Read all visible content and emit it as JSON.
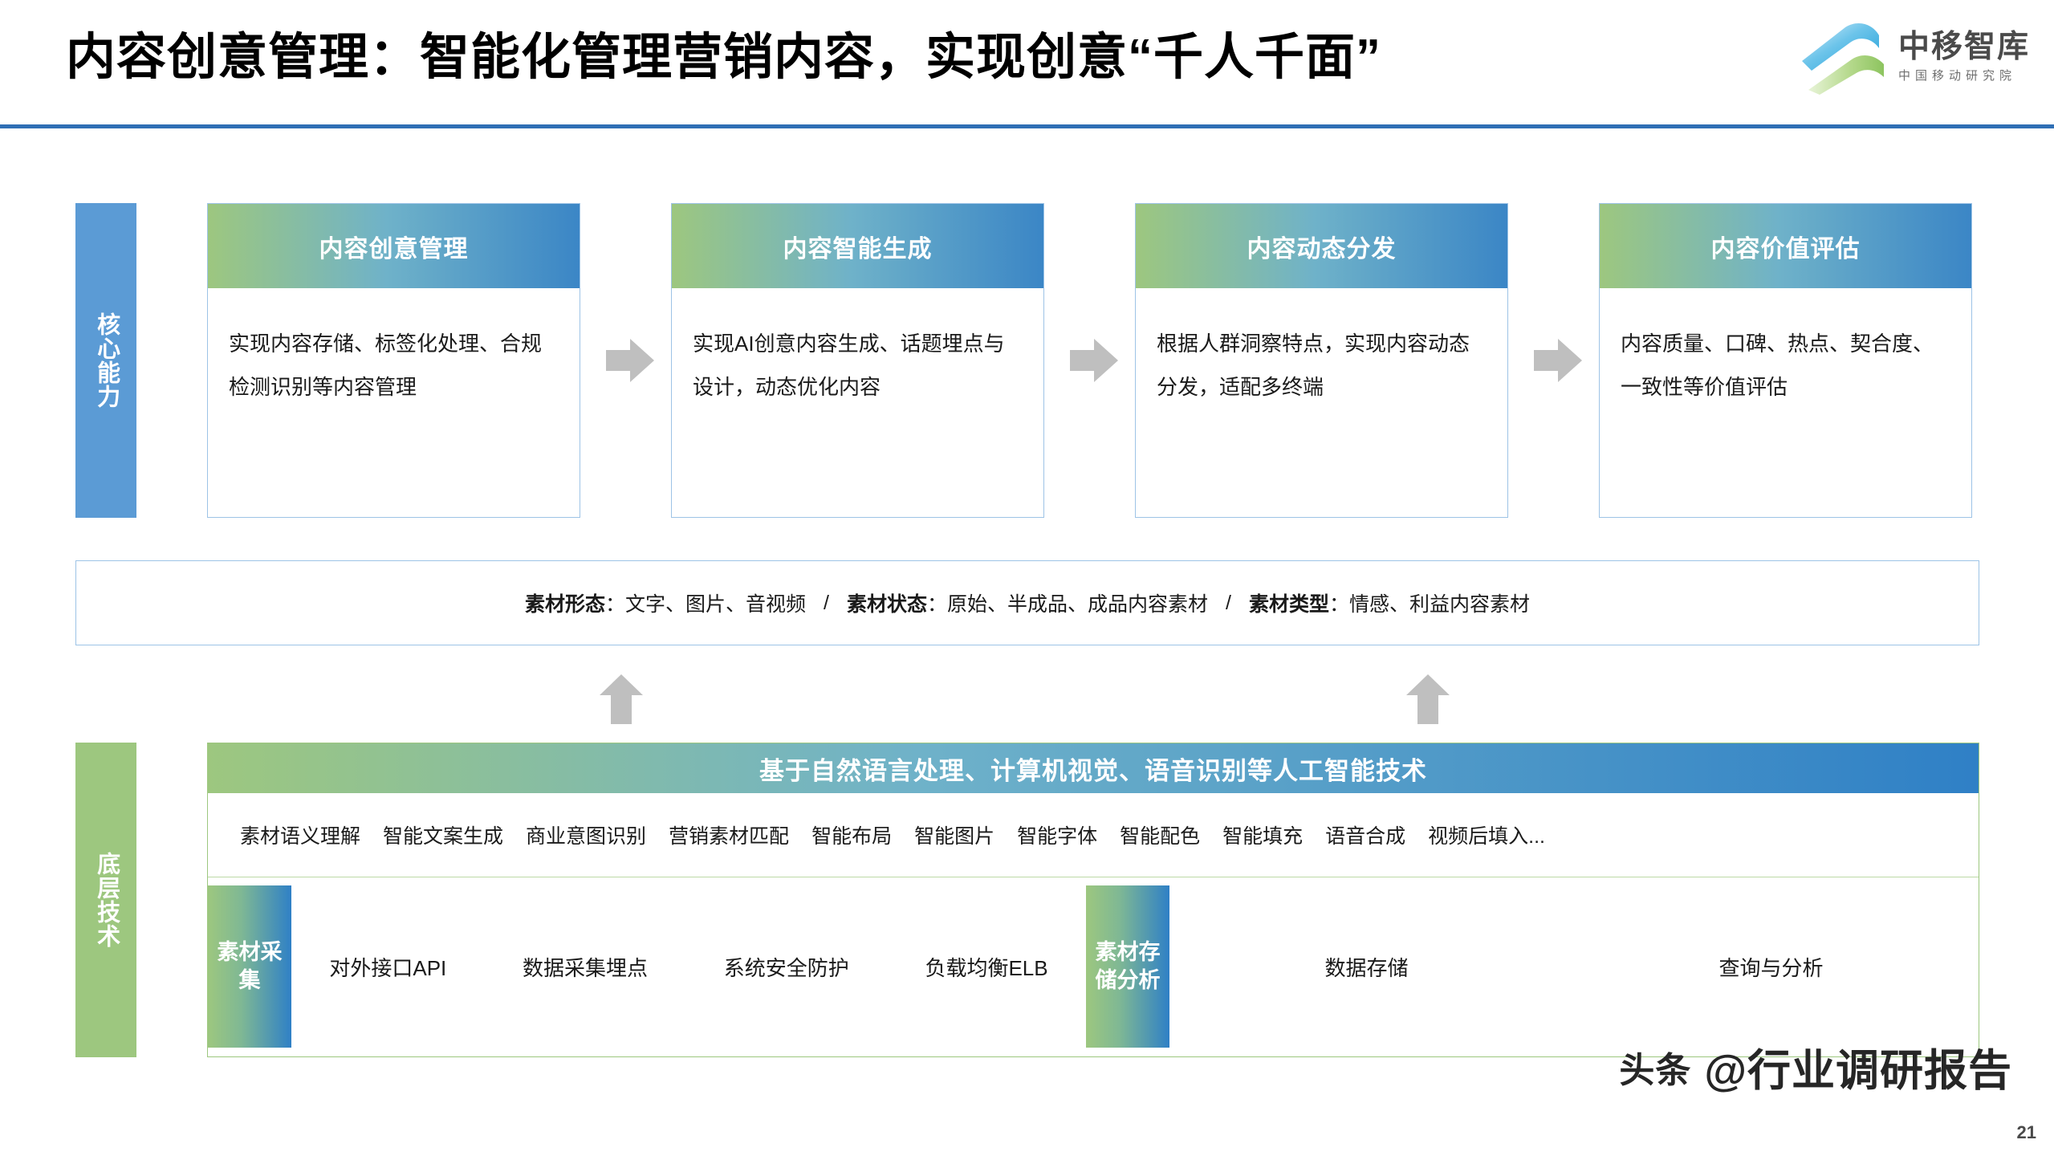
{
  "header": {
    "title": "内容创意管理：智能化管理营销内容，实现创意“千人千面”",
    "logo": {
      "name": "中移智库",
      "subtitle": "中国移动研究院",
      "mark_icon": "swoosh-logo-icon"
    },
    "accent_color": "#2f6fb5"
  },
  "core": {
    "sidebar_label": "核心能力",
    "sidebar_color": "#5b9bd5",
    "cards": [
      {
        "title": "内容创意管理",
        "body": "实现内容存储、标签化处理、合规检测识别等内容管理"
      },
      {
        "title": "内容智能生成",
        "body": "实现AI创意内容生成、话题埋点与设计，动态优化内容"
      },
      {
        "title": "内容动态分发",
        "body": "根据人群洞察特点，实现内容动态分发，适配多终端"
      },
      {
        "title": "内容价值评估",
        "body": "内容质量、口碑、热点、契合度、一致性等价值评估"
      }
    ],
    "arrow_icon": "right-arrow-icon",
    "arrow_color": "#bfbfbf"
  },
  "material_strip": {
    "groups": [
      {
        "label": "素材形态",
        "value": "文字、图片、音视频"
      },
      {
        "label": "素材状态",
        "value": "原始、半成品、成品内容素材"
      },
      {
        "label": "素材类型",
        "value": "情感、利益内容素材"
      }
    ],
    "separator": "/",
    "colon": "："
  },
  "up_arrows": {
    "icon": "up-arrow-icon",
    "color": "#bfbfbf",
    "count": 2
  },
  "tech": {
    "sidebar_label": "底层技术",
    "sidebar_color": "#9dc77f",
    "banner": "基于自然语言处理、计算机视觉、语音识别等人工智能技术",
    "tags": [
      "素材语义理解",
      "智能文案生成",
      "商业意图识别",
      "营销素材匹配",
      "智能布局",
      "智能图片",
      "智能字体",
      "智能配色",
      "智能填充",
      "语音合成",
      "视频后填入..."
    ],
    "groups": [
      {
        "label": "素材采集",
        "items": [
          "对外接口API",
          "数据采集埋点",
          "系统安全防护",
          "负载均衡ELB"
        ]
      },
      {
        "label": "素材存储分析",
        "items": [
          "数据存储",
          "查询与分析"
        ]
      }
    ]
  },
  "footer": {
    "watermark_badge": "头条",
    "watermark_text": "@行业调研报告",
    "page_number": "21"
  }
}
